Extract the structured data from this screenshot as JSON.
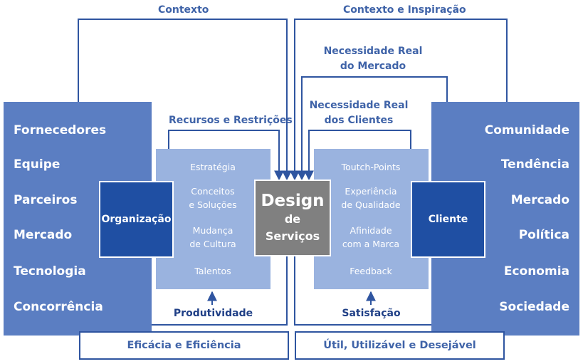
{
  "top_labels": {
    "contexto": "Contexto",
    "contexto_inspiracao": "Contexto e Inspiração",
    "necessidade_mercado": [
      "Necessidade Real",
      "do Mercado"
    ],
    "recursos_restricoes": "Recursos e Restrições",
    "necessidade_clientes": [
      "Necessidade Real",
      "dos Clientes"
    ]
  },
  "left_panel": {
    "items": [
      "Fornecedores",
      "Equipe",
      "Parceiros",
      "Mercado",
      "Tecnologia",
      "Concorrência"
    ]
  },
  "right_panel": {
    "items": [
      "Comunidade",
      "Tendência",
      "Mercado",
      "Política",
      "Economia",
      "Sociedade"
    ]
  },
  "organizacao": {
    "label": "Organização",
    "items": [
      "Estratégia",
      "Conceitos\ne Soluções",
      "Mudança\nde Cultura",
      "Talentos"
    ],
    "outcome": "Produtividade"
  },
  "cliente": {
    "label": "Cliente",
    "items": [
      "Toutch-Points",
      "Experiência\nde Qualidade",
      "Afinidade\ncom a Marca",
      "Feedback"
    ],
    "outcome": "Satisfação"
  },
  "center": {
    "line1": "Design",
    "line2": "de Serviços"
  },
  "bottom": {
    "left": "Eficácia e Eficiência",
    "right": "Útil, Utilizável e Desejável"
  },
  "colors": {
    "side_panel": "#5b7ec2",
    "inner_panel": "#9ab3df",
    "dark_box": "#1f4fa3",
    "center_box": "#808080",
    "line": "#2f55a0",
    "label_text": "#3f63a8"
  }
}
